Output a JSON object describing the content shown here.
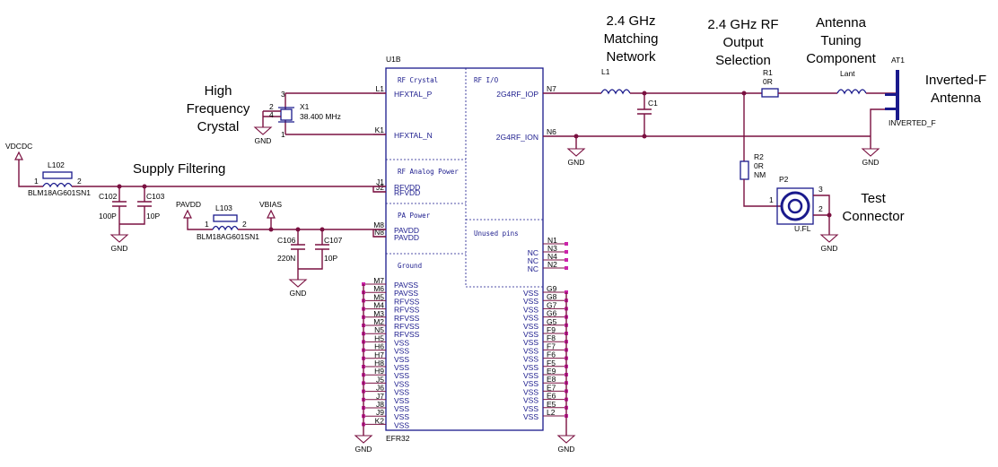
{
  "annotations": {
    "crystal": [
      "High",
      "Frequency",
      "Crystal"
    ],
    "supply_filtering": "Supply Filtering",
    "matching": [
      "2.4 GHz",
      "Matching",
      "Network"
    ],
    "output_selection": [
      "2.4 GHz RF",
      "Output",
      "Selection"
    ],
    "antenna_tuning": [
      "Antenna",
      "Tuning",
      "Component"
    ],
    "inverted_f": [
      "Inverted-F",
      "Antenna"
    ],
    "test_connector": [
      "Test",
      "Connector"
    ]
  },
  "chip": {
    "ref": "U1B",
    "name": "EFR32",
    "sections": {
      "rf_crystal": "RF Crystal",
      "rf_io": "RF I/O",
      "rf_analog_power": "RF Analog Power",
      "pa_power": "PA Power",
      "unused_pins": "Unused pins",
      "ground": "Ground"
    },
    "pins_left_top": [
      {
        "num": "L1",
        "name": "HFXTAL_P"
      },
      {
        "num": "K1",
        "name": "HFXTAL_N"
      },
      {
        "num": "J1",
        "name": "RFVDD"
      },
      {
        "num": "J2",
        "name": "RFVDD"
      },
      {
        "num": "M8",
        "name": "PAVDD"
      },
      {
        "num": "N8",
        "name": "PAVDD"
      }
    ],
    "pins_right_top": [
      {
        "num": "N7",
        "name": "2G4RF_IOP"
      },
      {
        "num": "N6",
        "name": "2G4RF_ION"
      }
    ],
    "pins_unused": [
      {
        "num": "N1",
        "name": ""
      },
      {
        "num": "N3",
        "name": "NC"
      },
      {
        "num": "N4",
        "name": "NC"
      },
      {
        "num": "N2",
        "name": "NC"
      }
    ],
    "pins_ground_left": [
      {
        "num": "M7",
        "name": "PAVSS"
      },
      {
        "num": "M6",
        "name": "PAVSS"
      },
      {
        "num": "M5",
        "name": "RFVSS"
      },
      {
        "num": "M4",
        "name": "RFVSS"
      },
      {
        "num": "M3",
        "name": "RFVSS"
      },
      {
        "num": "M2",
        "name": "RFVSS"
      },
      {
        "num": "N5",
        "name": "RFVSS"
      },
      {
        "num": "H5",
        "name": "VSS"
      },
      {
        "num": "H6",
        "name": "VSS"
      },
      {
        "num": "H7",
        "name": "VSS"
      },
      {
        "num": "H8",
        "name": "VSS"
      },
      {
        "num": "H9",
        "name": "VSS"
      },
      {
        "num": "J5",
        "name": "VSS"
      },
      {
        "num": "J6",
        "name": "VSS"
      },
      {
        "num": "J7",
        "name": "VSS"
      },
      {
        "num": "J8",
        "name": "VSS"
      },
      {
        "num": "J9",
        "name": "VSS"
      },
      {
        "num": "K2",
        "name": "VSS"
      }
    ],
    "pins_ground_right": [
      {
        "num": "G9",
        "name": "VSS"
      },
      {
        "num": "G8",
        "name": "VSS"
      },
      {
        "num": "G7",
        "name": "VSS"
      },
      {
        "num": "G6",
        "name": "VSS"
      },
      {
        "num": "G5",
        "name": "VSS"
      },
      {
        "num": "F9",
        "name": "VSS"
      },
      {
        "num": "F8",
        "name": "VSS"
      },
      {
        "num": "F7",
        "name": "VSS"
      },
      {
        "num": "F6",
        "name": "VSS"
      },
      {
        "num": "F5",
        "name": "VSS"
      },
      {
        "num": "E9",
        "name": "VSS"
      },
      {
        "num": "E8",
        "name": "VSS"
      },
      {
        "num": "E7",
        "name": "VSS"
      },
      {
        "num": "E6",
        "name": "VSS"
      },
      {
        "num": "E5",
        "name": "VSS"
      },
      {
        "num": "L2",
        "name": "VSS"
      }
    ]
  },
  "components": {
    "x1": {
      "ref": "X1",
      "value": "38.400 MHz",
      "pins": [
        "3",
        "2",
        "4",
        "1"
      ]
    },
    "l102": {
      "ref": "L102",
      "value": "BLM18AG601SN1",
      "pin1": "1",
      "pin2": "2"
    },
    "l103": {
      "ref": "L103",
      "value": "BLM18AG601SN1",
      "pin1": "1",
      "pin2": "2"
    },
    "c102": {
      "ref": "C102",
      "value": "100P"
    },
    "c103": {
      "ref": "C103",
      "value": "10P"
    },
    "c106": {
      "ref": "C106",
      "value": "220N"
    },
    "c107": {
      "ref": "C107",
      "value": "10P"
    },
    "l1": {
      "ref": "L1"
    },
    "c1": {
      "ref": "C1"
    },
    "r1": {
      "ref": "R1",
      "value": "0R"
    },
    "r2": {
      "ref": "R2",
      "value": "0R",
      "note": "NM"
    },
    "lant": {
      "ref": "Lant"
    },
    "at1": {
      "ref": "AT1",
      "value": "INVERTED_F"
    },
    "p2": {
      "ref": "P2",
      "value": "U.FL",
      "pin1": "1",
      "pin2": "2",
      "pin3": "3"
    }
  },
  "nets": {
    "vdcdc": "VDCDC",
    "pavdd": "PAVDD",
    "vbias": "VBIAS",
    "gnd": "GND"
  }
}
